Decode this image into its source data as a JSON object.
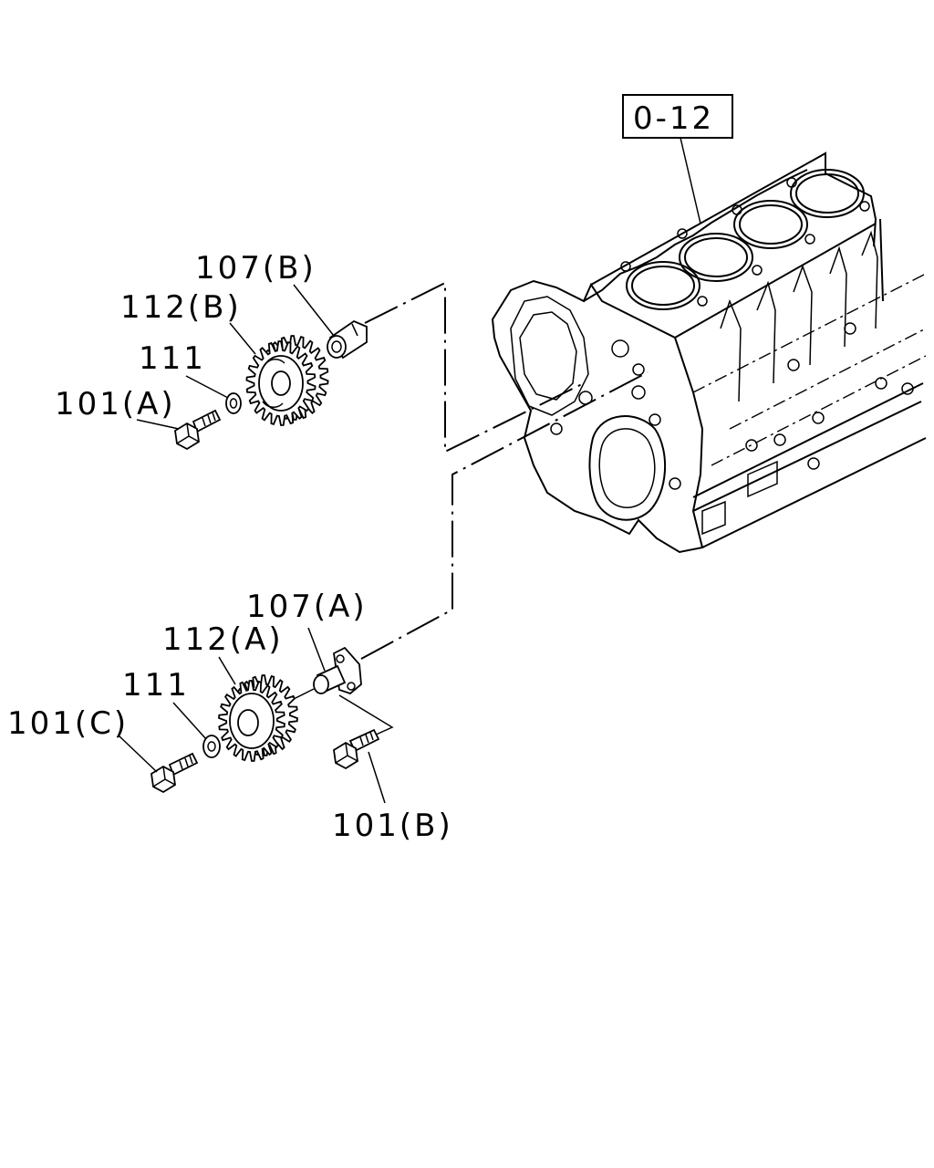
{
  "reference_box": {
    "label": "0-12"
  },
  "labels": {
    "shaft_b": "107(B)",
    "gear_b": "112(B)",
    "washer_upper": "111",
    "bolt_a": "101(A)",
    "shaft_a": "107(A)",
    "gear_a": "112(A)",
    "washer_lower": "111",
    "bolt_c": "101(C)",
    "bolt_b": "101(B)"
  }
}
